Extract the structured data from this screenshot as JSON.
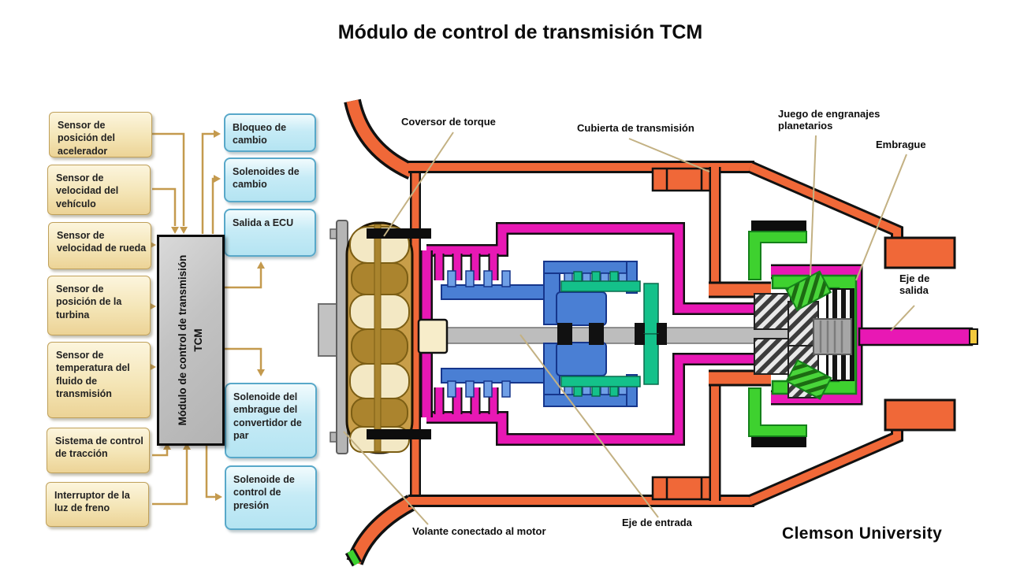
{
  "title": "Módulo de control de transmisión TCM",
  "credit": "Clemson University",
  "tcm": {
    "label": "Módulo de control de transmisión",
    "abbr": "TCM"
  },
  "inputs": [
    {
      "label": "Sensor de posición del acelerador"
    },
    {
      "label": "Sensor de velocidad del vehículo"
    },
    {
      "label": "Sensor de velocidad de rueda"
    },
    {
      "label": "Sensor de posición de la turbina"
    },
    {
      "label": "Sensor de temperatura del fluido de transmisión"
    },
    {
      "label": "Sistema de control de tracción"
    },
    {
      "label": "Interruptor de la luz de freno"
    }
  ],
  "outputs": [
    {
      "label": "Bloqueo de cambio"
    },
    {
      "label": "Solenoides de cambio"
    },
    {
      "label": "Salida a ECU"
    },
    {
      "label": "Solenoide del embrague del convertidor de par"
    },
    {
      "label": "Solenoide de control de presión"
    }
  ],
  "diagram_labels": {
    "torque_converter": "Coversor de torque",
    "housing": "Cubierta de transmisión",
    "planetary": "Juego de engranajes planetarios",
    "clutch": "Embrague",
    "output_shaft": "Eje de salida",
    "input_shaft": "Eje de entrada",
    "flywheel": "Volante conectado al motor"
  },
  "colors": {
    "housing_orange": "#f06838",
    "case_magenta": "#e818b4",
    "clutch_blue": "#4a7fd4",
    "drum_green": "#3ed12f",
    "hub_teal": "#14c18a",
    "converter_tan": "#c89e49",
    "arrow_gold": "#c49a4e",
    "leader_tan": "#c3b183"
  }
}
